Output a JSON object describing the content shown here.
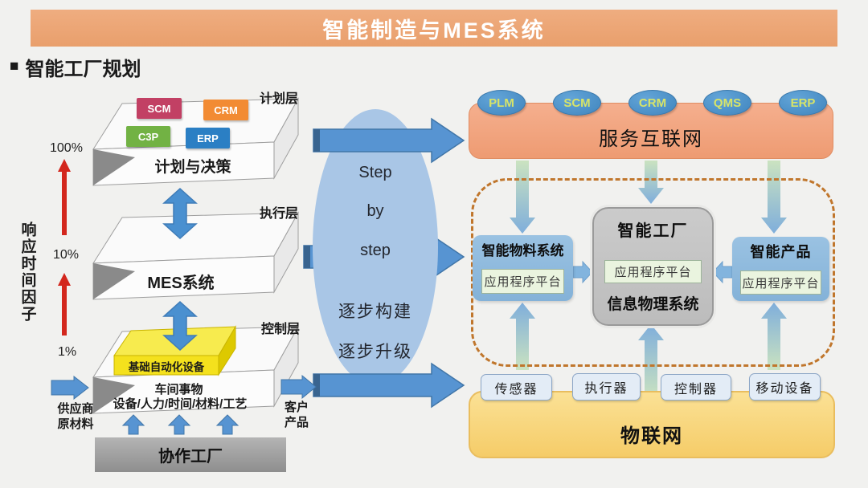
{
  "title": "智能制造与MES系统",
  "heading": {
    "bullet": "■",
    "text": "智能工厂规划"
  },
  "axis": {
    "label": "响应时间因子",
    "tick_100": "100%",
    "tick_10": "10%",
    "tick_1": "1%"
  },
  "planning": {
    "tag": "计划层",
    "caption": "计划与决策",
    "chips": [
      {
        "label": "SCM"
      },
      {
        "label": "CRM"
      },
      {
        "label": "C3P"
      },
      {
        "label": "ERP"
      }
    ]
  },
  "execution": {
    "tag": "执行层",
    "caption": "MES系统"
  },
  "control": {
    "tag": "控制层",
    "automation": "基础自动化设备",
    "line1": "车间事物",
    "line2": "设备/人力/时间/材料/工艺"
  },
  "flow": {
    "supplier_line1": "供应商",
    "supplier_line2": "原材料",
    "customer_line1": "客户",
    "customer_line2": "产品",
    "partner": "协作工厂"
  },
  "ellipse": {
    "line1": "Step",
    "line2": "by",
    "line3": "step",
    "line4": "逐步构建",
    "line5": "逐步升级"
  },
  "service": {
    "label": "服务互联网",
    "badges": [
      {
        "label": "PLM"
      },
      {
        "label": "SCM"
      },
      {
        "label": "CRM"
      },
      {
        "label": "QMS"
      },
      {
        "label": "ERP"
      }
    ]
  },
  "cps": {
    "material": {
      "title": "智能物料系统",
      "platform": "应用程序平台"
    },
    "factory": {
      "title": "智能工厂",
      "platform": "应用程序平台",
      "subtitle": "信息物理系统"
    },
    "product": {
      "title": "智能产品",
      "platform": "应用程序平台"
    }
  },
  "iot": {
    "label": "物联网",
    "devices": [
      {
        "label": "传感器"
      },
      {
        "label": "执行器"
      },
      {
        "label": "控制器"
      },
      {
        "label": "移动设备"
      }
    ]
  },
  "colors": {
    "banner": "#ECA273",
    "chip_scm": "#C24064",
    "chip_crm": "#F28B33",
    "chip_c3p": "#72B244",
    "chip_erp": "#2B7FC4",
    "arrow_blue": "#5794D2",
    "arrow_red": "#D3271D",
    "ellipse": "#A9C6E6",
    "service_box": "#F2A584",
    "badge": "#4B93CB",
    "badge_text": "#D8E468",
    "dashed_border": "#C0762C",
    "cps_box": "#8CB8DC",
    "platform_box": "#EAF4DF",
    "cps_center": "#C4C4C4",
    "iot_box": "#F8D87E",
    "device_box": "#E3ECF6",
    "automation_yellow": "#F4E11D",
    "partner_box": "#9E9E9E"
  }
}
